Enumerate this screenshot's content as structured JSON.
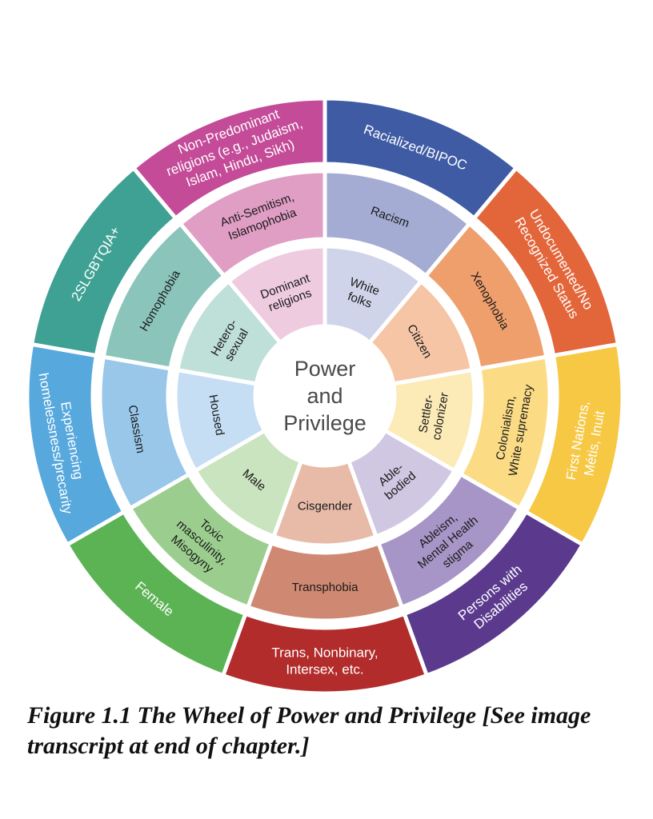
{
  "center": {
    "lines": [
      "Power",
      "and",
      "Privilege"
    ]
  },
  "rings": {
    "outer": [
      {
        "id": "racialized",
        "lines": [
          "Racialized/BIPOC"
        ],
        "color": "#3f5ba4"
      },
      {
        "id": "undocumented",
        "lines": [
          "Undocumented/No",
          "Recognized Status"
        ],
        "color": "#e3653a"
      },
      {
        "id": "first-nations",
        "lines": [
          "First Nations,",
          "Métis, Inuit"
        ],
        "color": "#f6c844"
      },
      {
        "id": "disabilities",
        "lines": [
          "Persons with",
          "Disabilities"
        ],
        "color": "#5b3a8e"
      },
      {
        "id": "trans",
        "lines": [
          "Trans, Nonbinary,",
          "Intersex, etc."
        ],
        "color": "#b32c2c"
      },
      {
        "id": "female",
        "lines": [
          "Female"
        ],
        "color": "#5cb354"
      },
      {
        "id": "homelessness",
        "lines": [
          "Experiencing",
          "homelessness/precarity"
        ],
        "color": "#57a8dd"
      },
      {
        "id": "2slgbtqia",
        "lines": [
          "2SLGBTQIA+"
        ],
        "color": "#3fa193"
      },
      {
        "id": "non-predominant",
        "lines": [
          "Non-Predominant",
          "religions (e.g., Judaism,",
          "Islam, Hindu, Sikh)"
        ],
        "color": "#c44b98"
      }
    ],
    "middle": [
      {
        "id": "racism",
        "lines": [
          "Racism"
        ],
        "color": "#a4acd3"
      },
      {
        "id": "xenophobia",
        "lines": [
          "Xenophobia"
        ],
        "color": "#ee9f6c"
      },
      {
        "id": "colonialism",
        "lines": [
          "Colonialism,",
          "White supremacy"
        ],
        "color": "#fbdc85"
      },
      {
        "id": "ableism",
        "lines": [
          "Ableism,",
          "Mental Health",
          "stigma"
        ],
        "color": "#a795c7"
      },
      {
        "id": "transphobia",
        "lines": [
          "Transphobia"
        ],
        "color": "#cf8872"
      },
      {
        "id": "toxic-masculinity",
        "lines": [
          "Toxic",
          "masculinity,",
          "Misogyny"
        ],
        "color": "#9bce8e"
      },
      {
        "id": "classism",
        "lines": [
          "Classism"
        ],
        "color": "#98c7ea"
      },
      {
        "id": "homophobia",
        "lines": [
          "Homophobia"
        ],
        "color": "#8ac4bb"
      },
      {
        "id": "anti-semitism",
        "lines": [
          "Anti-Semitism,",
          "Islamophobia"
        ],
        "color": "#e09ec5"
      }
    ],
    "inner": [
      {
        "id": "white-folks",
        "lines": [
          "White",
          "folks"
        ],
        "color": "#d0d4ea"
      },
      {
        "id": "citizen",
        "lines": [
          "Citizen"
        ],
        "color": "#f6c5a5"
      },
      {
        "id": "settler-colonizer",
        "lines": [
          "Settler-",
          "colonizer"
        ],
        "color": "#fceab7"
      },
      {
        "id": "able-bodied",
        "lines": [
          "Able-",
          "bodied"
        ],
        "color": "#d0c7e2"
      },
      {
        "id": "cisgender",
        "lines": [
          "Cisgender"
        ],
        "color": "#e8bba9"
      },
      {
        "id": "male",
        "lines": [
          "Male"
        ],
        "color": "#c9e4bf"
      },
      {
        "id": "housed",
        "lines": [
          "Housed"
        ],
        "color": "#c5def4"
      },
      {
        "id": "heterosexual",
        "lines": [
          "Hetero-",
          "sexual"
        ],
        "color": "#bfdfd9"
      },
      {
        "id": "dominant-religions",
        "lines": [
          "Dominant",
          "religions"
        ],
        "color": "#efcbe0"
      }
    ]
  },
  "caption": "Figure 1.1 The Wheel of Power and Privilege [See image transcript at end of chapter.]"
}
